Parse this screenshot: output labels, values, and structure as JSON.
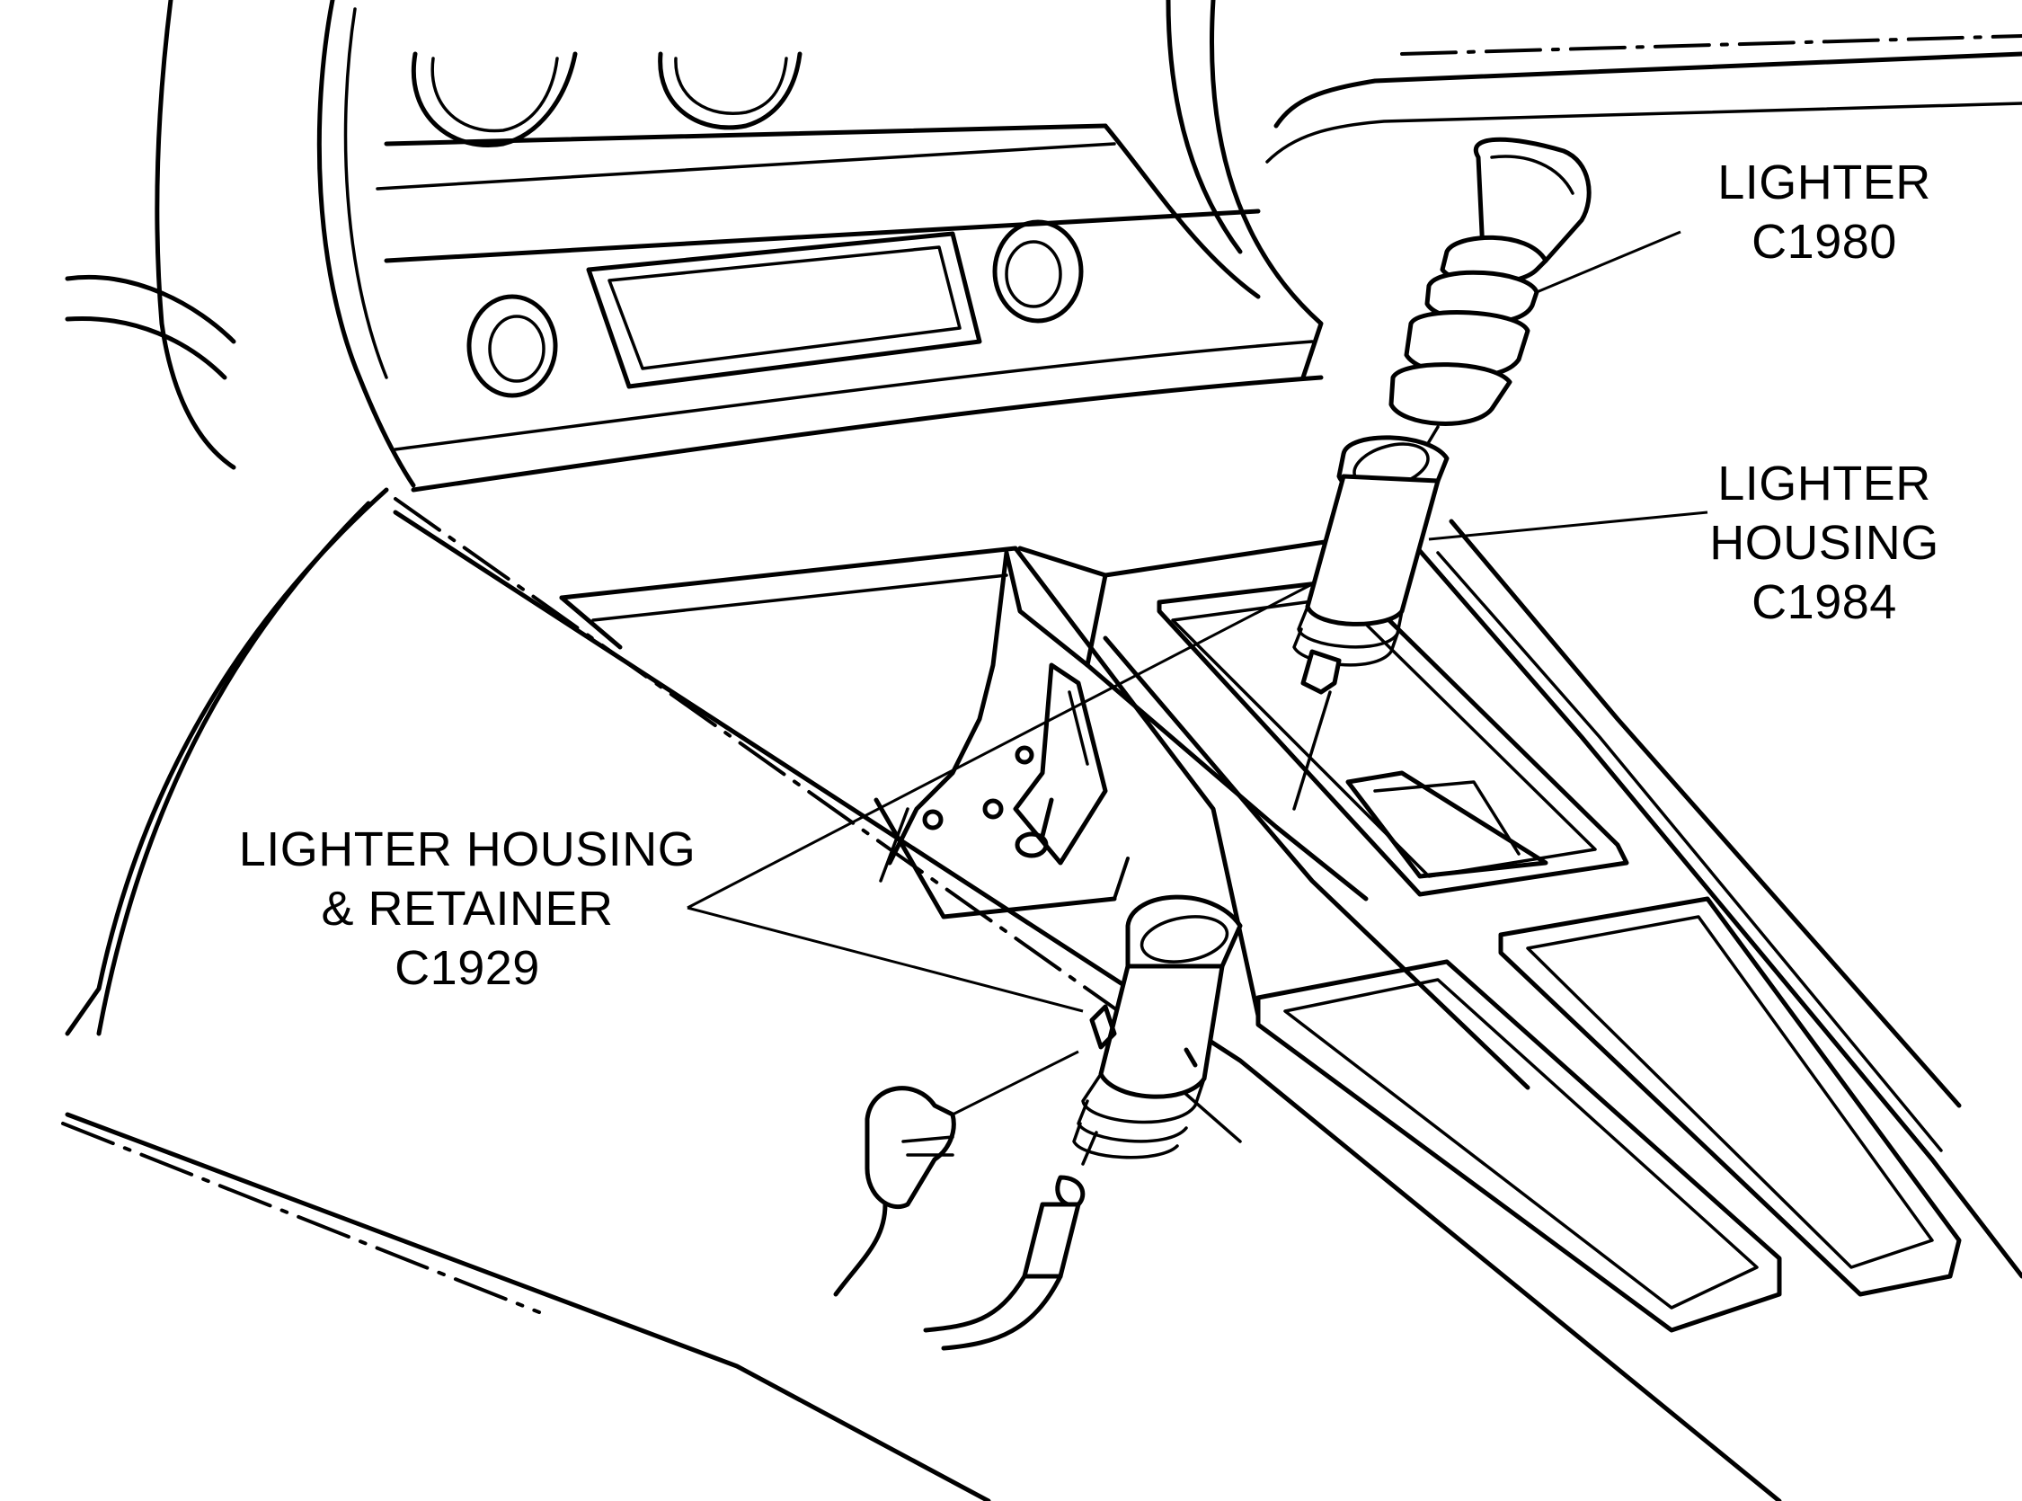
{
  "callouts": [
    {
      "name": "LIGHTER",
      "part_number": "C1980"
    },
    {
      "name_line1": "LIGHTER",
      "name_line2": "HOUSING",
      "part_number": "C1984"
    },
    {
      "name_line1": "LIGHTER HOUSING",
      "name_line2": "& RETAINER",
      "part_number": "C1929"
    }
  ]
}
